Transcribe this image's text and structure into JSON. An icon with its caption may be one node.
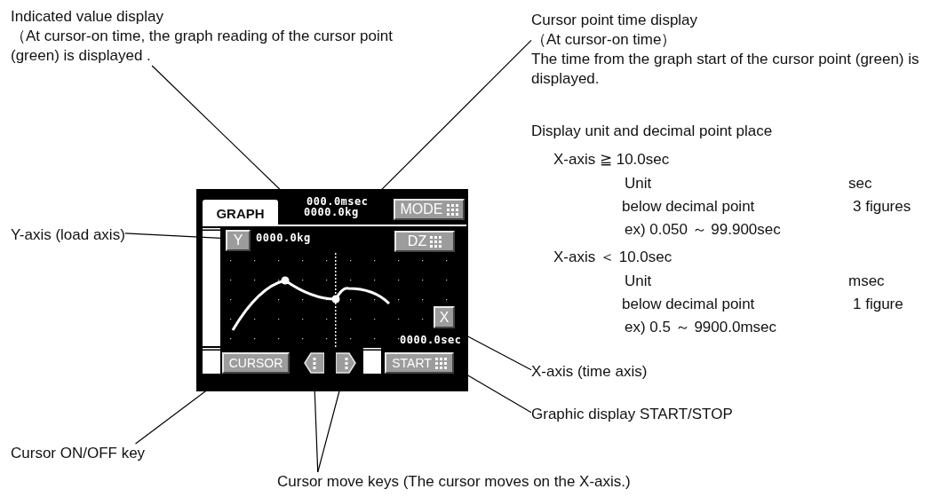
{
  "diagram": {
    "nodes": [
      {
        "text": [
          "Indicated value display",
          "（At cursor-on time, the graph reading of the cursor point (green) is displayed ."
        ]
      },
      {
        "text": [
          "Cursor point time display",
          "（At cursor-on time）",
          "The time from the graph start of the cursor point (green) is displayed."
        ]
      },
      {
        "text": [
          "Y-axis (load axis)"
        ]
      },
      {
        "text": [],
        "shape": "box"
      },
      {
        "text": [
          "GRAPH"
        ],
        "in": 3
      },
      {
        "text": [
          "000.0msec"
        ],
        "in": 3
      },
      {
        "text": [
          "0000.0kg"
        ],
        "in": 3
      },
      {
        "text": [
          "MODE"
        ],
        "in": 3
      },
      {
        "text": [
          "Y"
        ],
        "in": 3
      },
      {
        "text": [
          "DZ"
        ],
        "in": 3
      },
      {
        "text": [
          "X"
        ],
        "in": 3
      },
      {
        "text": [
          "CURSOR"
        ],
        "in": 3
      },
      {
        "text": [],
        "shape": "pentagon",
        "in": 3
      },
      {
        "text": [],
        "shape": "pentagon",
        "in": 3
      },
      {
        "text": [
          "START"
        ],
        "in": 3
      },
      {
        "text": [
          "X-axis (time axis)"
        ]
      },
      {
        "text": [
          "Graphic display START/STOP"
        ]
      },
      {
        "text": [
          "Cursor ON/OFF key"
        ]
      },
      {
        "text": [
          "Cursor move keys (The cursor moves on the X-axis.)"
        ]
      }
    ],
    "edges": [
      {
        "from": 0,
        "to": 6,
        "arrow": "none"
      },
      {
        "from": 1,
        "to": 5,
        "arrow": "none"
      },
      {
        "from": 2,
        "to": 8,
        "arrow": "none"
      },
      {
        "from": 15,
        "to": 10,
        "arrow": "none"
      },
      {
        "from": 16,
        "to": 14,
        "arrow": "none"
      },
      {
        "from": 17,
        "to": 11,
        "arrow": "none"
      },
      {
        "from": 18,
        "to": 12,
        "arrow": "none"
      },
      {
        "from": 18,
        "to": 13,
        "arrow": "none"
      }
    ],
    "labels": [
      "Display unit and decimal point place",
      "X-axis ≧ 10.0sec",
      "Unit",
      "sec",
      "below decimal point",
      "3 figures",
      "ex) 0.050 ～ 99.900sec",
      "X-axis ＜ 10.0sec",
      "Unit",
      "msec",
      "below decimal point",
      "1 figure",
      "ex) 0.5 ～ 9900.0msec",
      "0000.0kg",
      "0000.0sec"
    ]
  }
}
